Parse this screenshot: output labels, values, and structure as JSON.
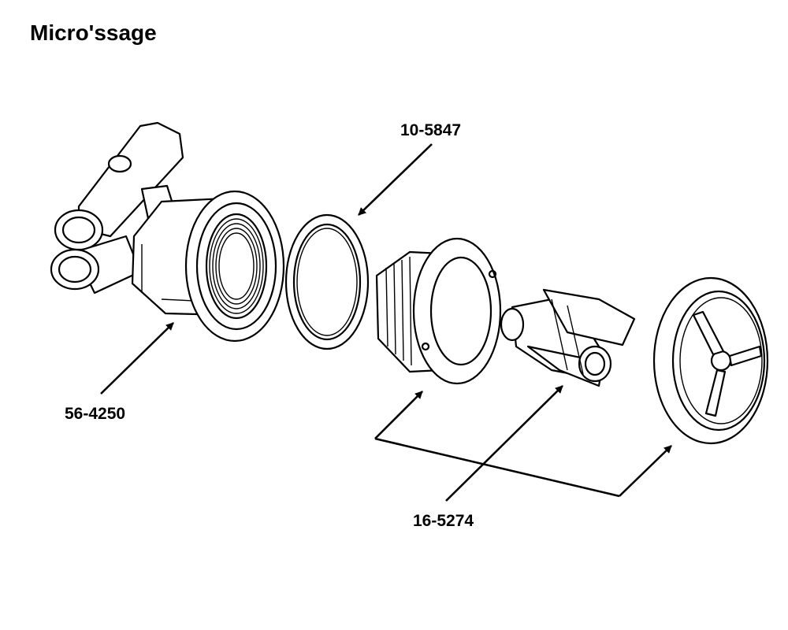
{
  "title": "Micro'ssage",
  "parts": {
    "gasket": "10-5847",
    "body": "56-4250",
    "jet": "16-5274"
  }
}
